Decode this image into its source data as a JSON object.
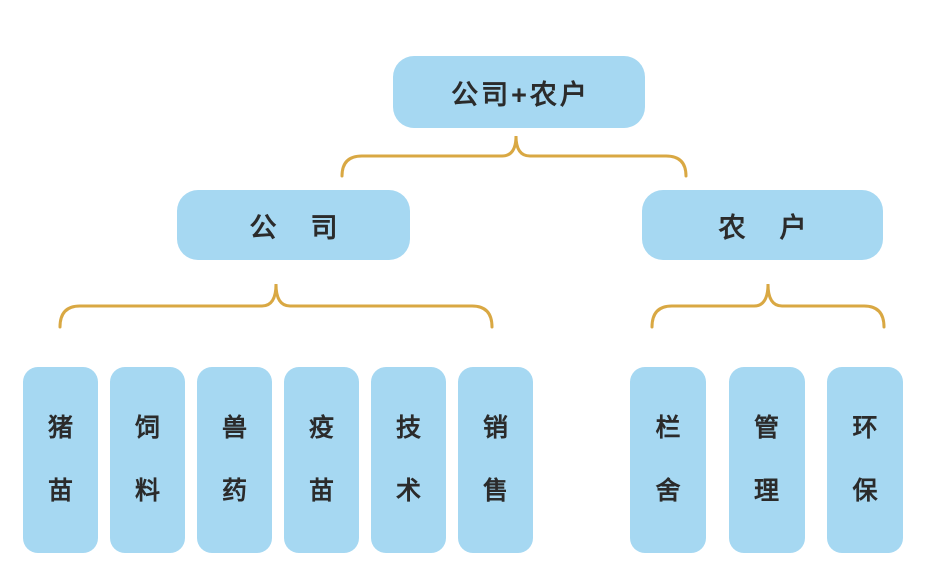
{
  "diagram": {
    "root": {
      "label": "公司+农户"
    },
    "branches": [
      {
        "label": "公司",
        "children": [
          "猪苗",
          "饲料",
          "兽药",
          "疫苗",
          "技术",
          "销售"
        ]
      },
      {
        "label": "农户",
        "children": [
          "栏舍",
          "管理",
          "环保"
        ]
      }
    ]
  },
  "colors": {
    "node_fill": "#a6d8f2",
    "brace_stroke": "#d9a843",
    "label_text": "#2b2b2b",
    "background": "#ffffff"
  }
}
